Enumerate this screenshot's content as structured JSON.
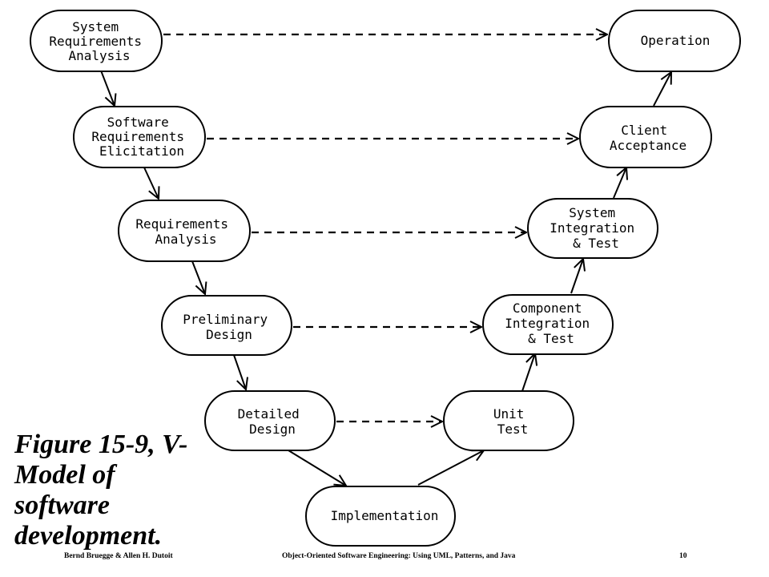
{
  "nodes": {
    "sys_req": [
      "System",
      "Requirements",
      "Analysis"
    ],
    "sw_req": [
      "Software",
      "Requirements",
      "Elicitation"
    ],
    "req_analysis": [
      "Requirements",
      "Analysis"
    ],
    "prelim_design": [
      "Preliminary",
      "Design"
    ],
    "detailed_design": [
      "Detailed",
      "Design"
    ],
    "implementation": [
      "Implementation"
    ],
    "unit_test": [
      "Unit",
      "Test"
    ],
    "component_test": [
      "Component",
      "Integration",
      "& Test"
    ],
    "system_test": [
      "System",
      "Integration",
      "& Test"
    ],
    "client_acceptance": [
      "Client",
      "Acceptance"
    ],
    "operation": [
      "Operation"
    ]
  },
  "caption": "Figure 15-9, V-Model of software development.",
  "footer": {
    "left": "Bernd Bruegge & Allen H. Dutoit",
    "center": "Object-Oriented Software Engineering: Using UML, Patterns, and Java",
    "page": "10"
  }
}
